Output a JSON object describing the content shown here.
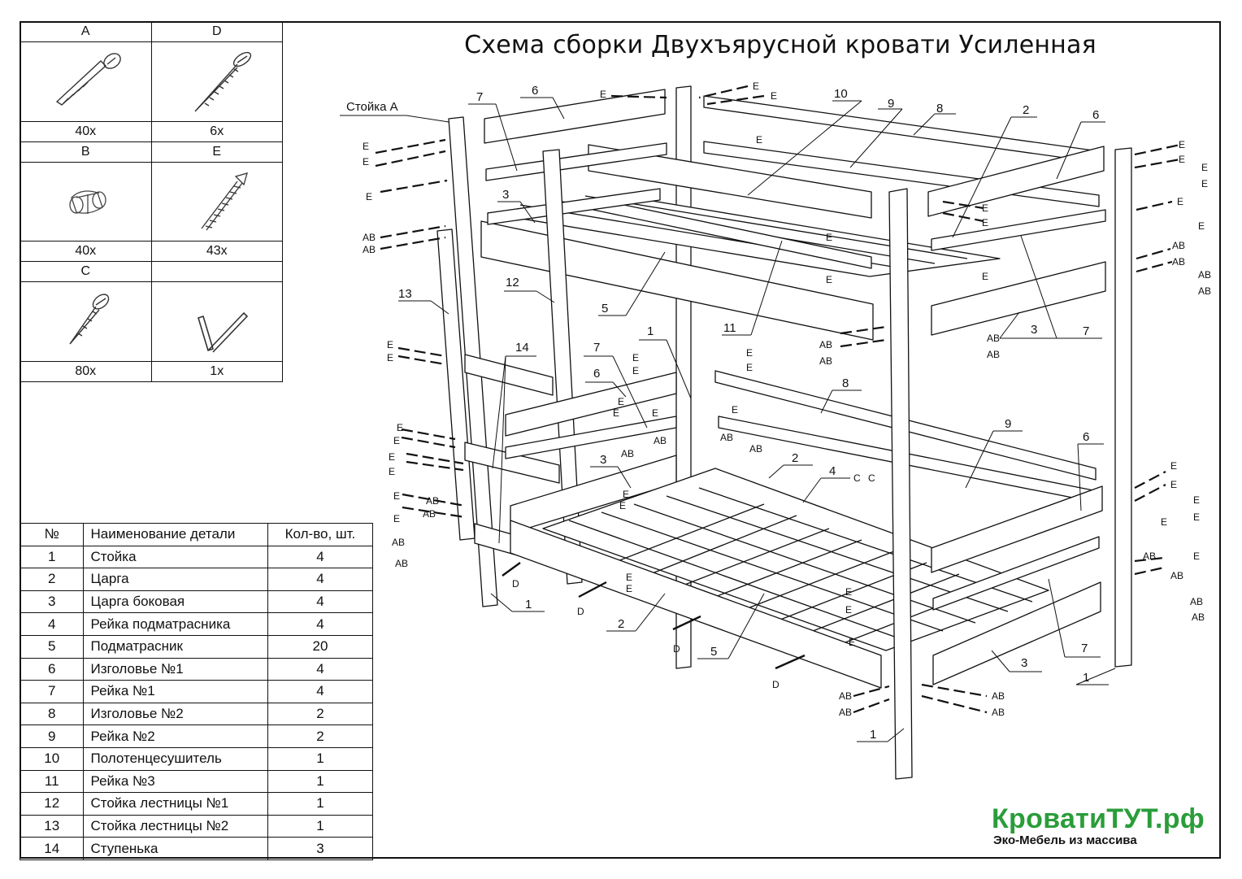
{
  "title": "Схема сборки Двухъярусной кровати Усиленная",
  "hardware": [
    {
      "letter": "A",
      "count": "40x",
      "icon": "bolt-icon"
    },
    {
      "letter": "D",
      "count": "6x",
      "icon": "screw-icon"
    },
    {
      "letter": "B",
      "count": "40x",
      "icon": "barrel-nut-icon"
    },
    {
      "letter": "E",
      "count": "43x",
      "icon": "confirmat-screw-icon"
    },
    {
      "letter": "C",
      "count": "80x",
      "icon": "small-screw-icon"
    },
    {
      "letter": "",
      "count": "1x",
      "icon": "hex-key-icon"
    }
  ],
  "parts_table": {
    "headers": [
      "№",
      "Наименование детали",
      "Кол-во, шт."
    ],
    "rows": [
      [
        "1",
        "Стойка",
        "4"
      ],
      [
        "2",
        "Царга",
        "4"
      ],
      [
        "3",
        "Царга боковая",
        "4"
      ],
      [
        "4",
        "Рейка подматрасника",
        "4"
      ],
      [
        "5",
        "Подматрасник",
        "20"
      ],
      [
        "6",
        "Изголовье №1",
        "4"
      ],
      [
        "7",
        "Рейка №1",
        "4"
      ],
      [
        "8",
        "Изголовье №2",
        "2"
      ],
      [
        "9",
        "Рейка №2",
        "2"
      ],
      [
        "10",
        "Полотенцесушитель",
        "1"
      ],
      [
        "11",
        "Рейка №3",
        "1"
      ],
      [
        "12",
        "Стойка лестницы №1",
        "1"
      ],
      [
        "13",
        "Стойка лестницы №2",
        "1"
      ],
      [
        "14",
        "Ступенька",
        "3"
      ]
    ]
  },
  "diagram_labels": {
    "stand_a": "Стойка А",
    "fastener_e": "E",
    "fastener_ab": "AB",
    "fastener_c": "C",
    "fastener_d": "D"
  },
  "logo": {
    "name": "КроватиТУТ.рф",
    "tagline": "Эко-Мебель из массива",
    "color": "#2a9d3a"
  }
}
